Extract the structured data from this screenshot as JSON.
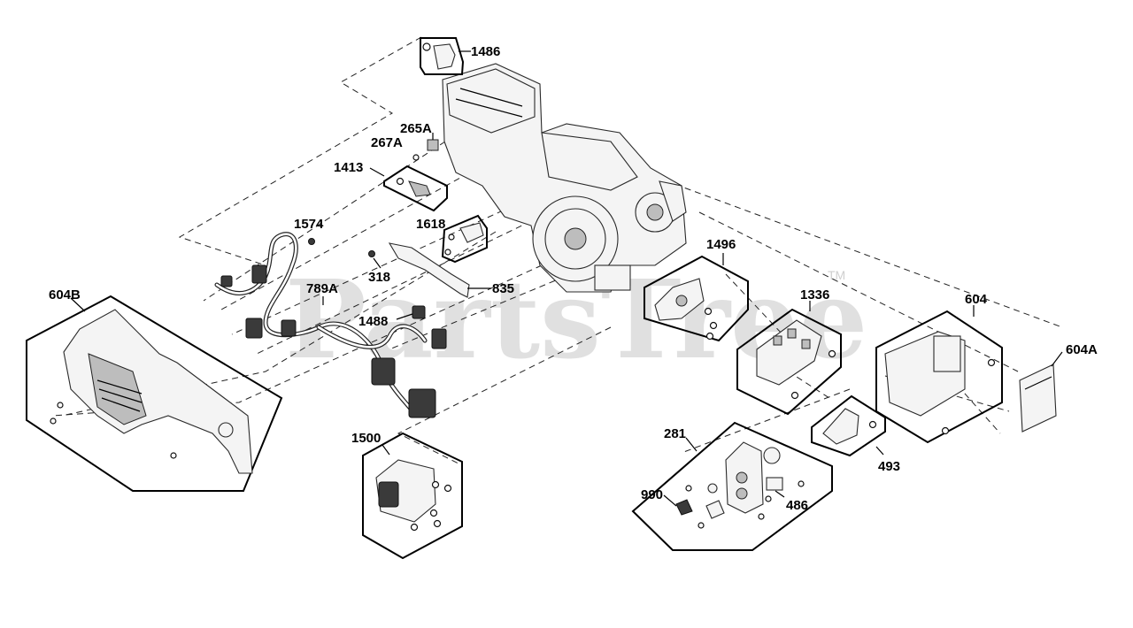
{
  "diagram": {
    "watermark": "PartsTree",
    "watermark_mark": "TM",
    "callouts": {
      "c1486": "1486",
      "c265A": "265A",
      "c267A": "267A",
      "c1413": "1413",
      "c1574": "1574",
      "c1618": "1618",
      "c318": "318",
      "c789A": "789A",
      "c835": "835",
      "c1488": "1488",
      "c604B": "604B",
      "c1496": "1496",
      "c1336": "1336",
      "c604": "604",
      "c604A": "604A",
      "c1500": "1500",
      "c281": "281",
      "c990": "990",
      "c486": "486",
      "c493": "493"
    }
  }
}
